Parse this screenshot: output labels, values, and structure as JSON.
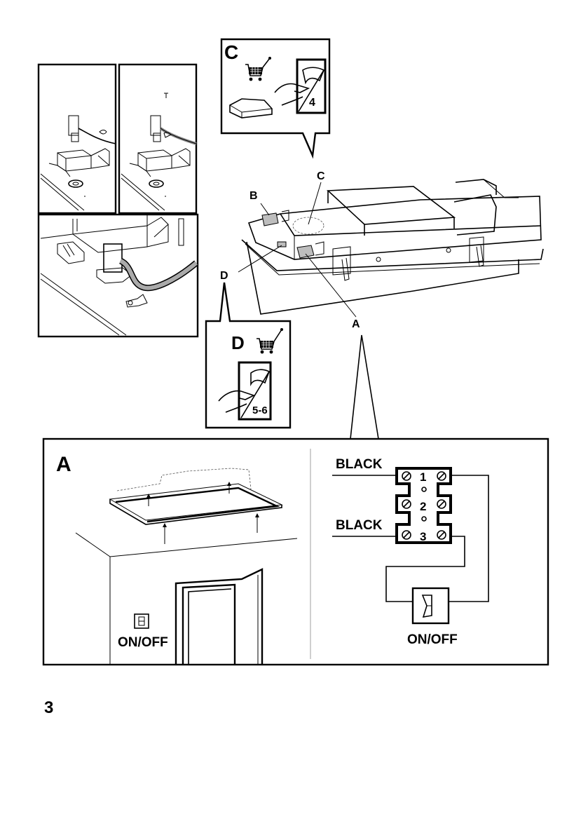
{
  "page": {
    "page_number": "3"
  },
  "overview": {
    "callout_labels": {
      "a": "A",
      "b": "B",
      "c": "C",
      "d": "D"
    }
  },
  "callout_c": {
    "letter": "C",
    "cart_icon": "shopping-cart-icon",
    "accessory_icon": "filter-accessory-icon",
    "manual_icon": "manual-page-icon",
    "page_ref": "4"
  },
  "callout_d": {
    "letter": "D",
    "cart_icon": "shopping-cart-icon",
    "manual_icon": "manual-page-icon",
    "page_ref": "5-6"
  },
  "detail_a": {
    "letter": "A",
    "wall_switch_label": "ON/OFF",
    "wiring": {
      "wire_top_label": "BLACK",
      "wire_bottom_label": "BLACK",
      "terminals": [
        "1",
        "2",
        "3"
      ],
      "switch_label": "ON/OFF"
    }
  }
}
